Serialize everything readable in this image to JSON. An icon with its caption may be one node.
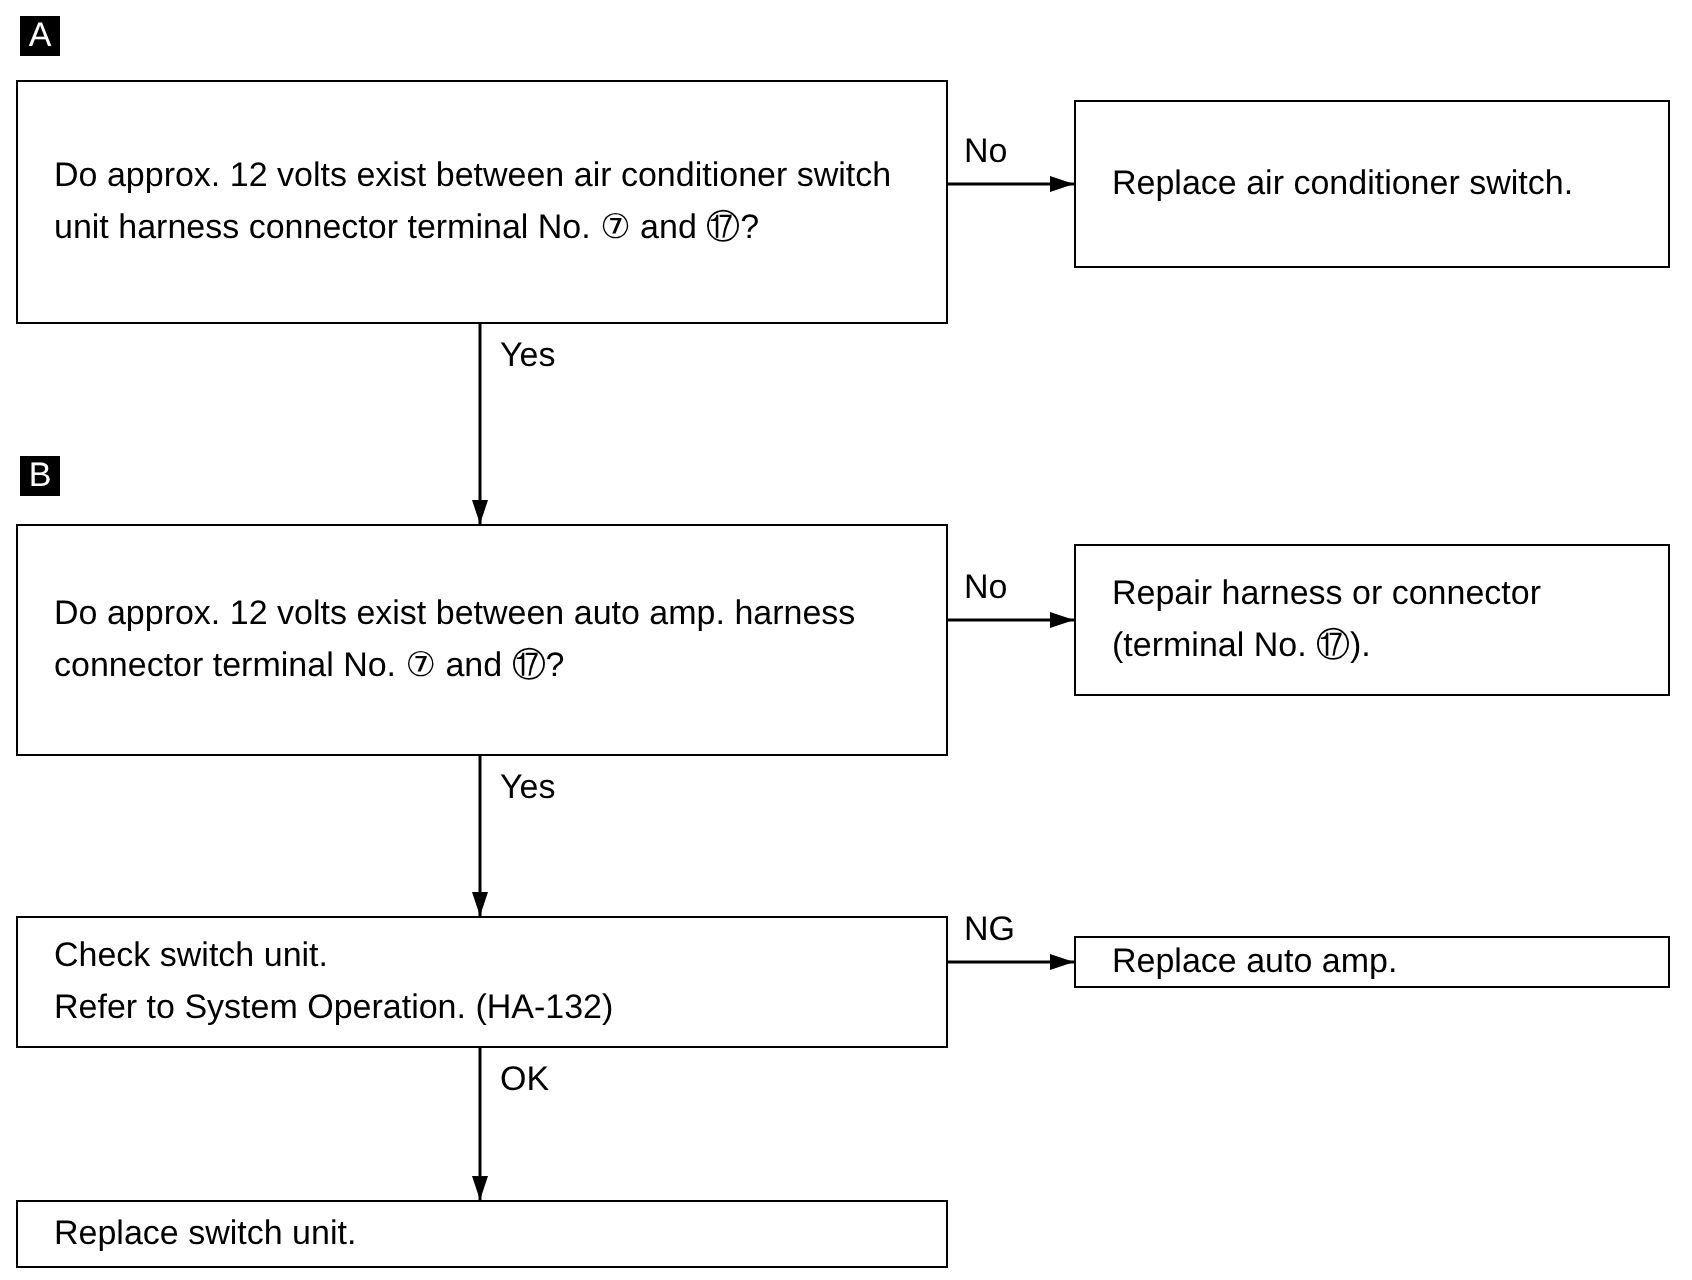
{
  "diagram": {
    "nodes": [
      {
        "text": [
          "Do approx. 12 volts exist between air conditioner switch unit harness connector terminal No. ⑦ and ⑰?"
        ]
      },
      {
        "text": [
          "Replace air conditioner switch."
        ]
      },
      {
        "text": [
          "Do approx. 12 volts exist between auto amp. harness connector terminal No. ⑦ and ⑰?"
        ]
      },
      {
        "text": [
          "Repair harness or connector (terminal No. ⑰)."
        ]
      },
      {
        "text": [
          "Check switch unit.",
          "Refer to System Operation. (HA-132)"
        ]
      },
      {
        "text": [
          "Replace auto amp."
        ]
      },
      {
        "text": [
          "Replace switch unit."
        ]
      }
    ],
    "edges": [
      {
        "from": 0,
        "to": 1,
        "arrow": "to",
        "label": "No"
      },
      {
        "from": 0,
        "to": 2,
        "arrow": "to",
        "label": "Yes"
      },
      {
        "from": 2,
        "to": 3,
        "arrow": "to",
        "label": "No"
      },
      {
        "from": 2,
        "to": 4,
        "arrow": "to",
        "label": "Yes"
      },
      {
        "from": 4,
        "to": 5,
        "arrow": "to",
        "label": "NG"
      },
      {
        "from": 4,
        "to": 6,
        "arrow": "to",
        "label": "OK"
      }
    ],
    "labels": [
      "A",
      "B"
    ]
  }
}
